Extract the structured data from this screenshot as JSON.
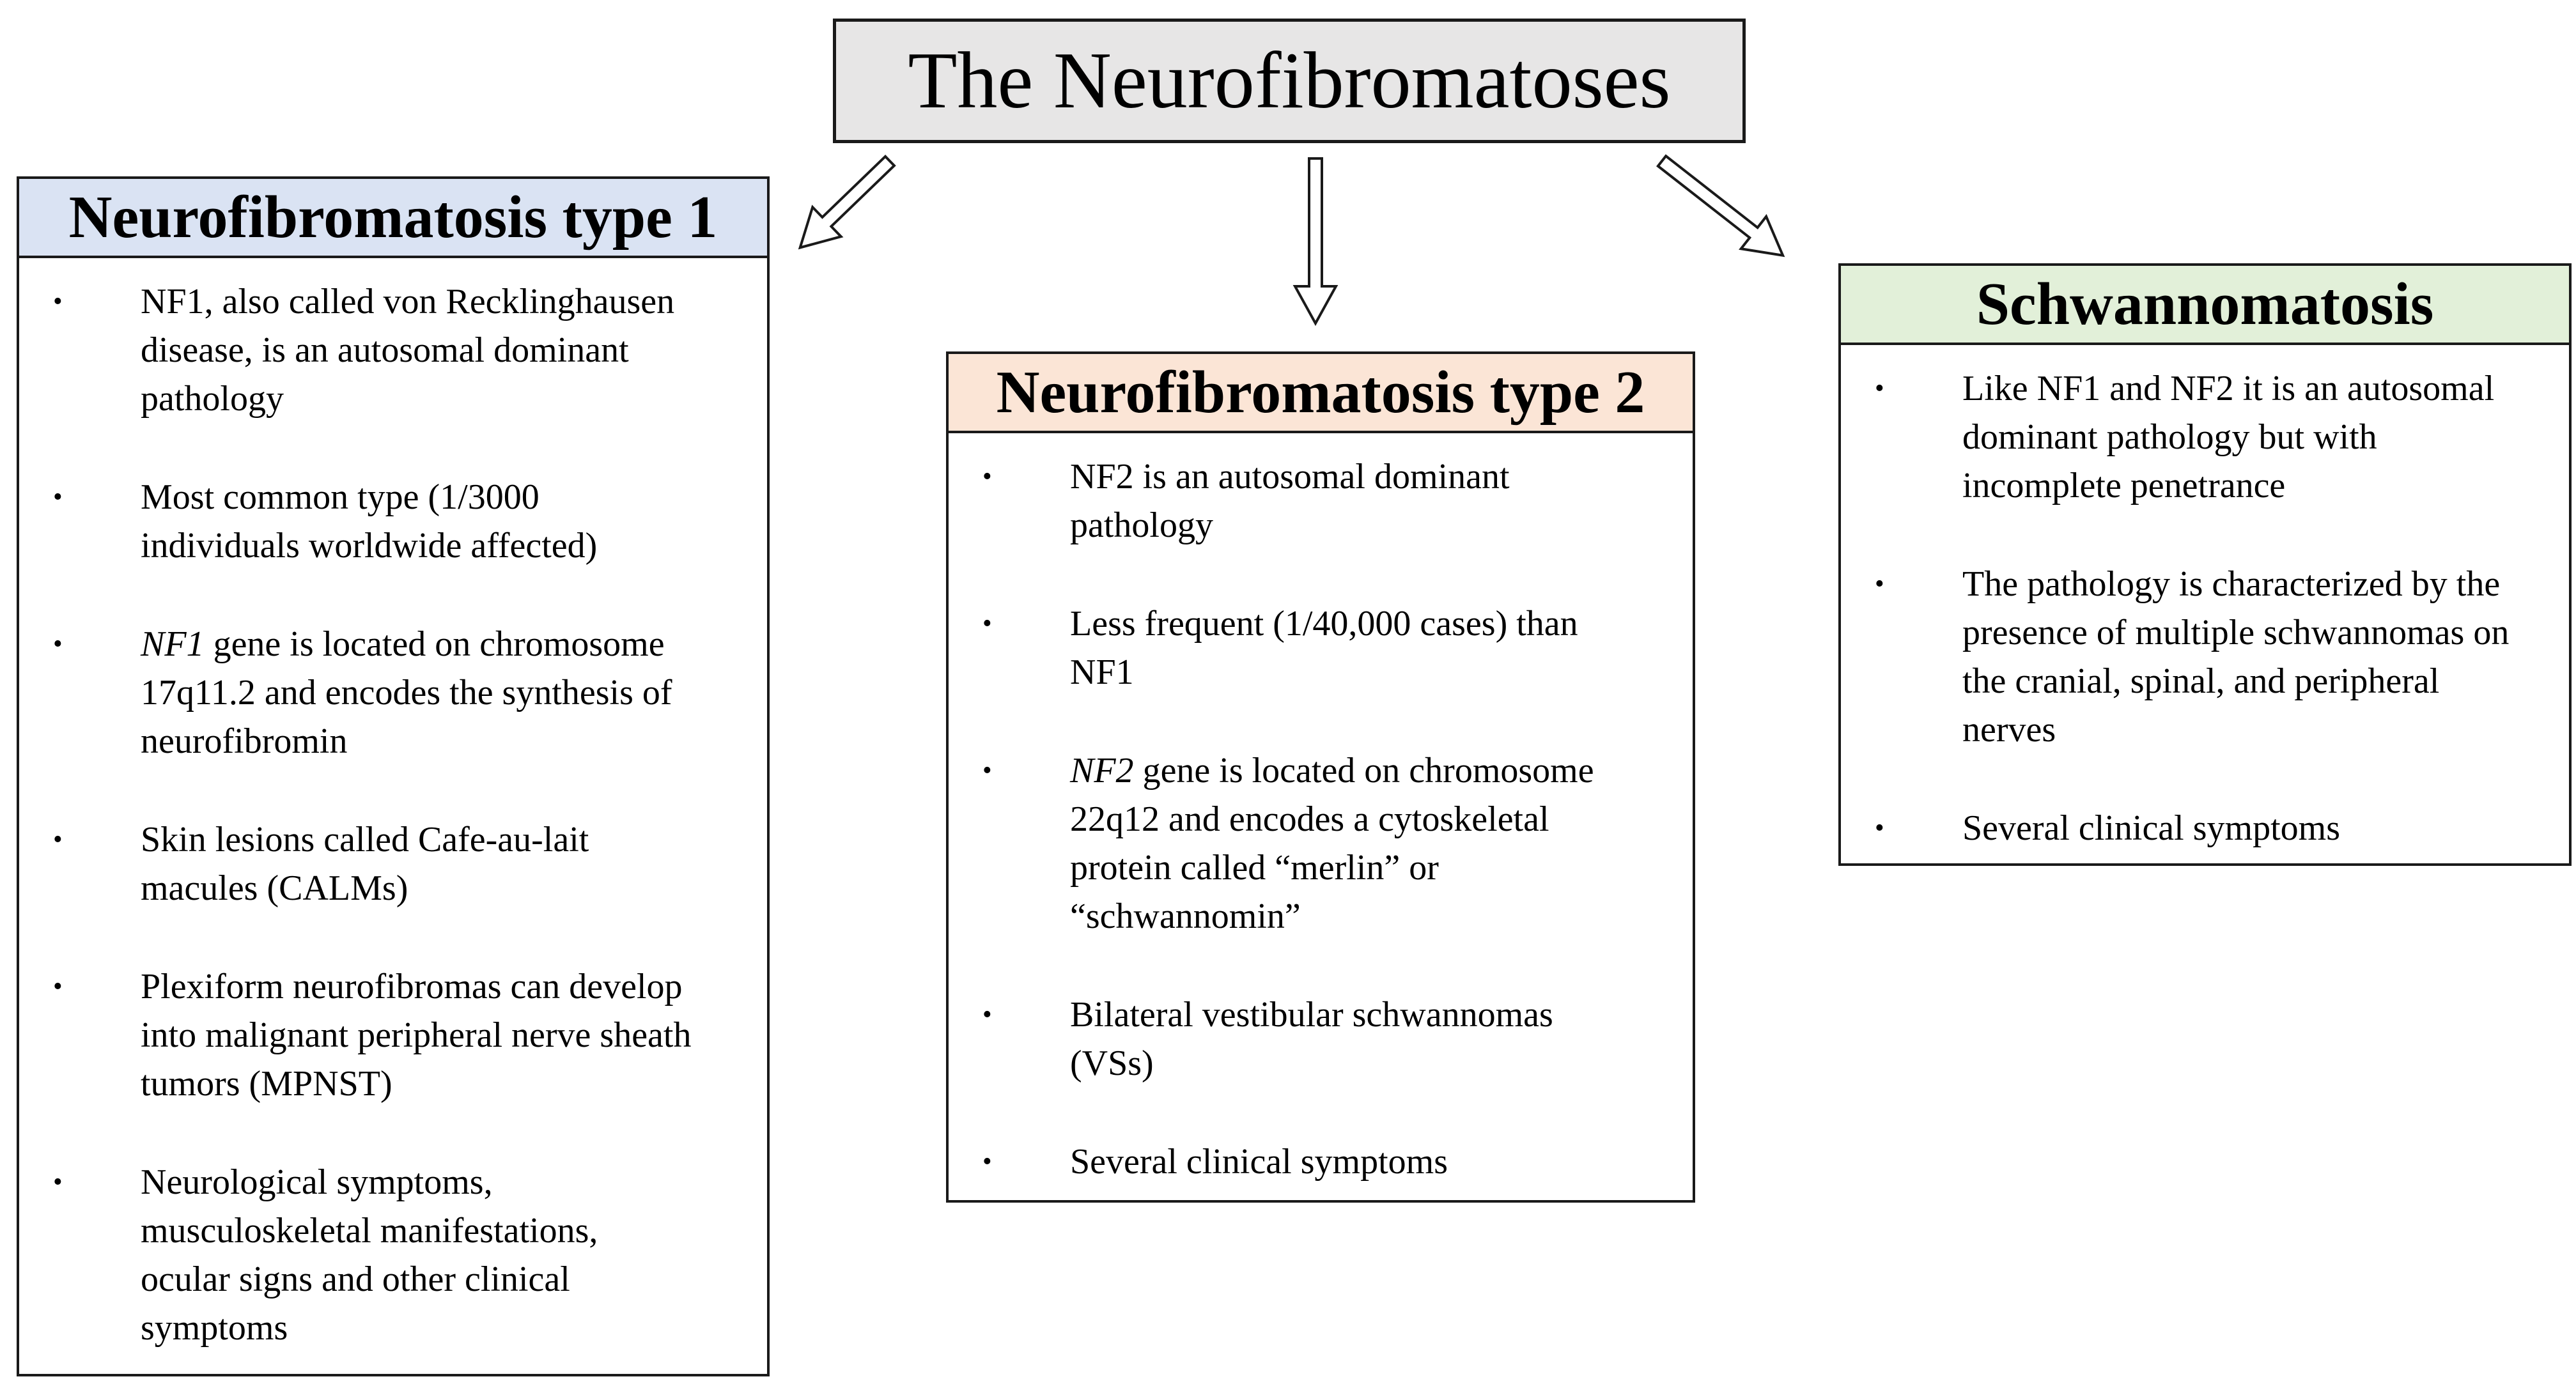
{
  "title": "The Neurofibromatoses",
  "bullet_char": "•",
  "colors": {
    "title_bg": "#e7e6e6",
    "border": "#1a1a1a",
    "arrow_fill": "#ffffff",
    "text": "#000000",
    "nf1_header_bg": "#dae3f3",
    "nf2_header_bg": "#fbe5d6",
    "schwannomatosis_header_bg": "#e2f0d9"
  },
  "icons": [
    {
      "name": "arrow-left-icon",
      "meaning": "hollow block arrow pointing down-left from title to Neurofibromatosis type 1"
    },
    {
      "name": "arrow-down-icon",
      "meaning": "hollow block arrow pointing down from title to Neurofibromatosis type 2"
    },
    {
      "name": "arrow-right-icon",
      "meaning": "hollow block arrow pointing down-right from title to Schwannomatosis"
    }
  ],
  "panels": [
    {
      "id": "nf1",
      "header": "Neurofibromatosis type 1",
      "header_bg": "#dae3f3",
      "bullets": [
        {
          "runs": [
            {
              "text": "NF1, also called von Recklinghausen\ndisease, is an autosomal dominant\npathology"
            }
          ]
        },
        {
          "runs": [
            {
              "text": "Most common type (1/3000\nindividuals worldwide affected)"
            }
          ]
        },
        {
          "runs": [
            {
              "text": "NF1",
              "italic": true
            },
            {
              "text": " gene is located on chromosome\n17q11.2 and encodes the synthesis of\nneurofibromin"
            }
          ]
        },
        {
          "runs": [
            {
              "text": "Skin lesions called Cafe-au-lait\nmacules (CALMs)"
            }
          ]
        },
        {
          "runs": [
            {
              "text": "Plexiform neurofibromas can develop\ninto malignant peripheral nerve sheath\ntumors (MPNST)"
            }
          ]
        },
        {
          "runs": [
            {
              "text": "Neurological symptoms,\nmusculoskeletal manifestations,\nocular signs and other clinical\nsymptoms"
            }
          ]
        }
      ]
    },
    {
      "id": "nf2",
      "header": "Neurofibromatosis type 2",
      "header_bg": "#fbe5d6",
      "bullets": [
        {
          "runs": [
            {
              "text": "NF2 is an autosomal dominant\npathology"
            }
          ]
        },
        {
          "runs": [
            {
              "text": "Less frequent (1/40,000 cases) than\nNF1"
            }
          ]
        },
        {
          "runs": [
            {
              "text": "NF2",
              "italic": true
            },
            {
              "text": " gene is located on chromosome\n22q12 and encodes a cytoskeletal\nprotein called “merlin” or\n“schwannomin”"
            }
          ]
        },
        {
          "runs": [
            {
              "text": "Bilateral vestibular schwannomas\n(VSs)"
            }
          ]
        },
        {
          "runs": [
            {
              "text": "Several clinical symptoms"
            }
          ]
        }
      ]
    },
    {
      "id": "schwannomatosis",
      "header": "Schwannomatosis",
      "header_bg": "#e2f0d9",
      "bullets": [
        {
          "runs": [
            {
              "text": "Like NF1 and NF2 it is an autosomal\ndominant pathology but with\nincomplete penetrance"
            }
          ]
        },
        {
          "runs": [
            {
              "text": "The pathology is characterized by the\npresence of multiple schwannomas on\nthe cranial, spinal, and peripheral\nnerves"
            }
          ]
        },
        {
          "runs": [
            {
              "text": "Several clinical symptoms"
            }
          ]
        }
      ]
    }
  ]
}
